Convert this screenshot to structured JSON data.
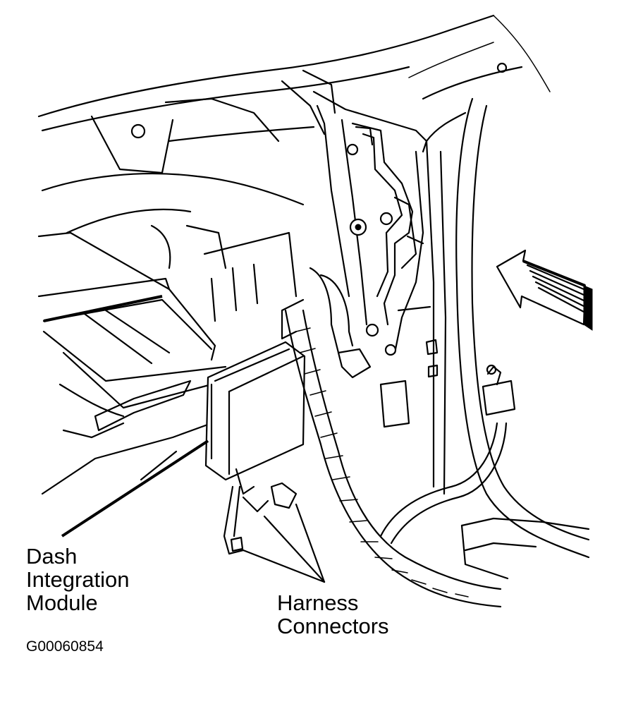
{
  "labels": {
    "dash_integration_module": [
      "Dash",
      "Integration",
      "Module"
    ],
    "harness_connectors": [
      "Harness",
      "Connectors"
    ],
    "figure_code": "G00060854"
  },
  "colors": {
    "ink": "#000000",
    "paper": "#ffffff"
  }
}
